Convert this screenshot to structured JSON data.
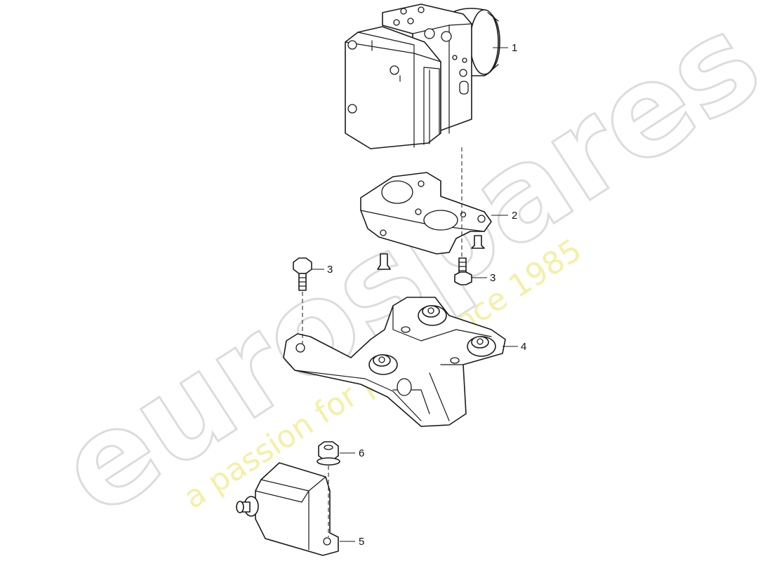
{
  "watermark": {
    "brand": "eurospares",
    "slogan": "a passion for parts since 1985"
  },
  "colors": {
    "line": "#1a1a1a",
    "watermark_brand": "#dcdcdc",
    "watermark_slogan": "#f3f0a8"
  },
  "callouts": [
    {
      "number": "1"
    },
    {
      "number": "2"
    },
    {
      "number": "3"
    },
    {
      "number": "3"
    },
    {
      "number": "4"
    },
    {
      "number": "6"
    },
    {
      "number": "5"
    }
  ]
}
